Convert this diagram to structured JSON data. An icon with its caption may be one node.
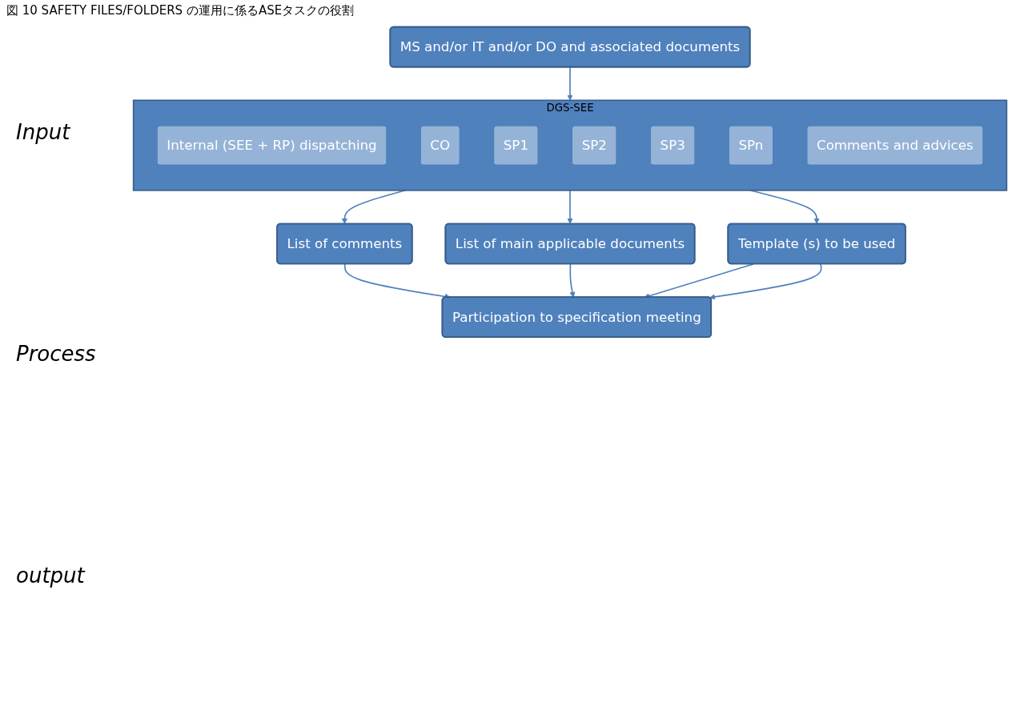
{
  "diagram": {
    "title": "図 10 SAFETY FILES/FOLDERS の運用に係るASEタスクの役割",
    "nodes": [
      {
        "text": [
          "MS and/or IT and/or DO and associated documents"
        ]
      },
      {
        "text": [
          "DGS-SEE"
        ]
      },
      {
        "text": [
          "Internal (SEE + RP) dispatching"
        ],
        "in": 1
      },
      {
        "text": [
          "CO"
        ],
        "in": 1
      },
      {
        "text": [
          "SP1"
        ],
        "in": 1
      },
      {
        "text": [
          "SP2"
        ],
        "in": 1
      },
      {
        "text": [
          "SP3"
        ],
        "in": 1
      },
      {
        "text": [
          "SPn"
        ],
        "in": 1
      },
      {
        "text": [
          "Comments and advices"
        ],
        "in": 1
      },
      {
        "text": [
          "List of comments"
        ]
      },
      {
        "text": [
          "List of main applicable documents"
        ]
      },
      {
        "text": [
          "Template (s) to be used"
        ]
      },
      {
        "text": [
          "Participation to specification meeting"
        ]
      }
    ],
    "edges": [
      {
        "from": 0,
        "to": 1,
        "arrow": "to"
      },
      {
        "from": 1,
        "to": 9,
        "arrow": "to"
      },
      {
        "from": 1,
        "to": 10,
        "arrow": "to"
      },
      {
        "from": 1,
        "to": 11,
        "arrow": "to"
      },
      {
        "from": 9,
        "to": 12,
        "arrow": "to"
      },
      {
        "from": 10,
        "to": 12,
        "arrow": "to"
      },
      {
        "from": 11,
        "to": 12,
        "arrow": "to"
      },
      {
        "from": 11,
        "to": 12,
        "arrow": "to"
      }
    ],
    "labels": [
      "Input",
      "Process",
      "output"
    ]
  }
}
